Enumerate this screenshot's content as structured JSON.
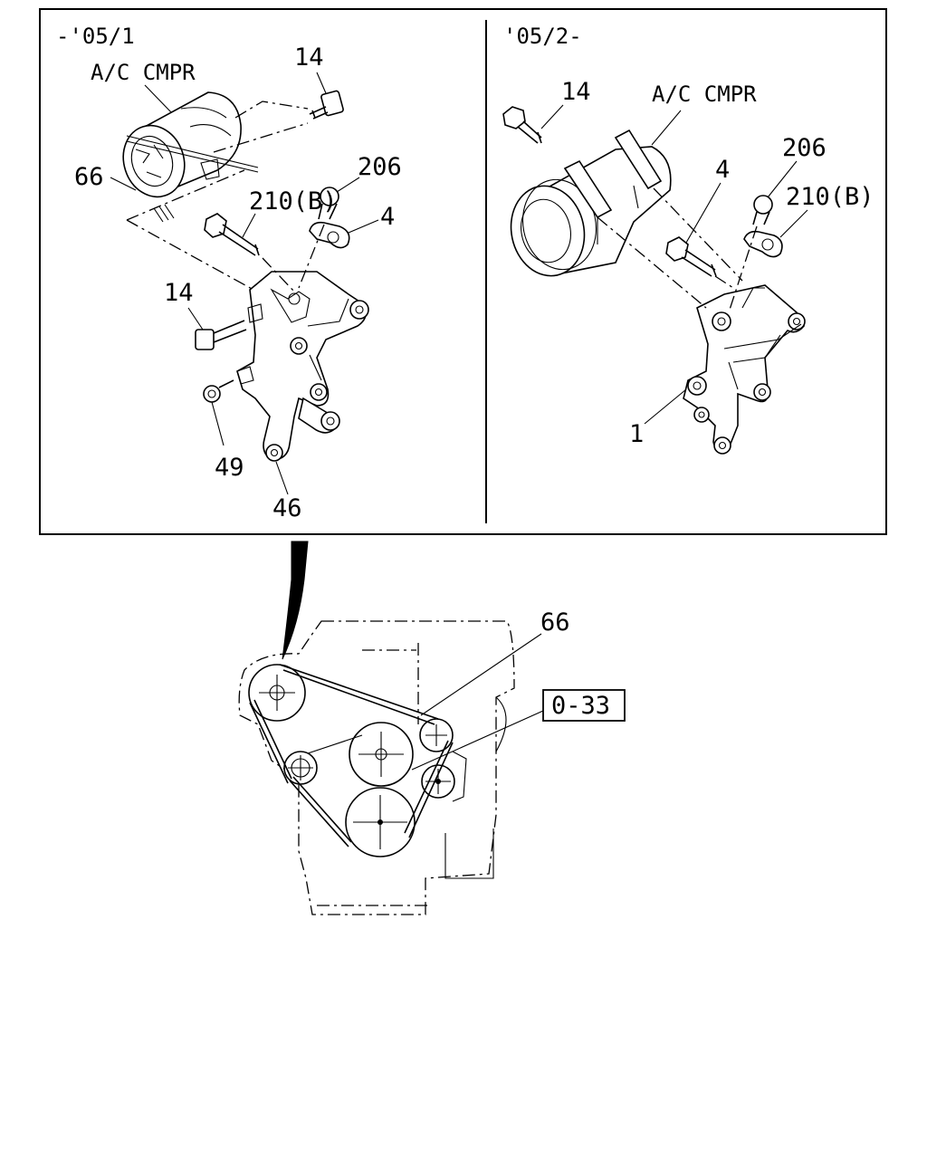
{
  "panels": {
    "left": {
      "header": "-'05/1",
      "component_label": "A/C CMPR",
      "callouts": [
        "14",
        "66",
        "206",
        "4",
        "210(B)",
        "14",
        "49",
        "46"
      ]
    },
    "right": {
      "header": "'05/2-",
      "component_label": "A/C CMPR",
      "callouts": [
        "14",
        "206",
        "4",
        "210(B)",
        "1"
      ]
    }
  },
  "engine_view": {
    "belt_callout": "66",
    "reference_box": "0-33"
  }
}
